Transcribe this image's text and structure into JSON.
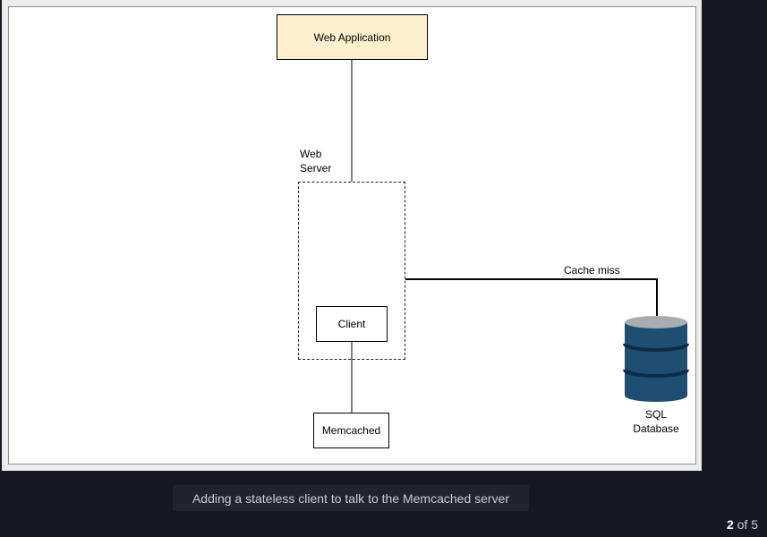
{
  "diagram": {
    "web_application": "Web Application",
    "web_server": "Web\nServer",
    "client": "Client",
    "memcached": "Memcached",
    "cache_miss": "Cache miss",
    "sql_database": "SQL\nDatabase"
  },
  "caption": "Adding a stateless client to talk to the Memcached server",
  "pager": {
    "current": "2",
    "separator": " of ",
    "total": "5"
  },
  "colors": {
    "web_app_fill": "#fdf0cf",
    "database_fill": "#1f4e73",
    "page_background": "#161924"
  }
}
